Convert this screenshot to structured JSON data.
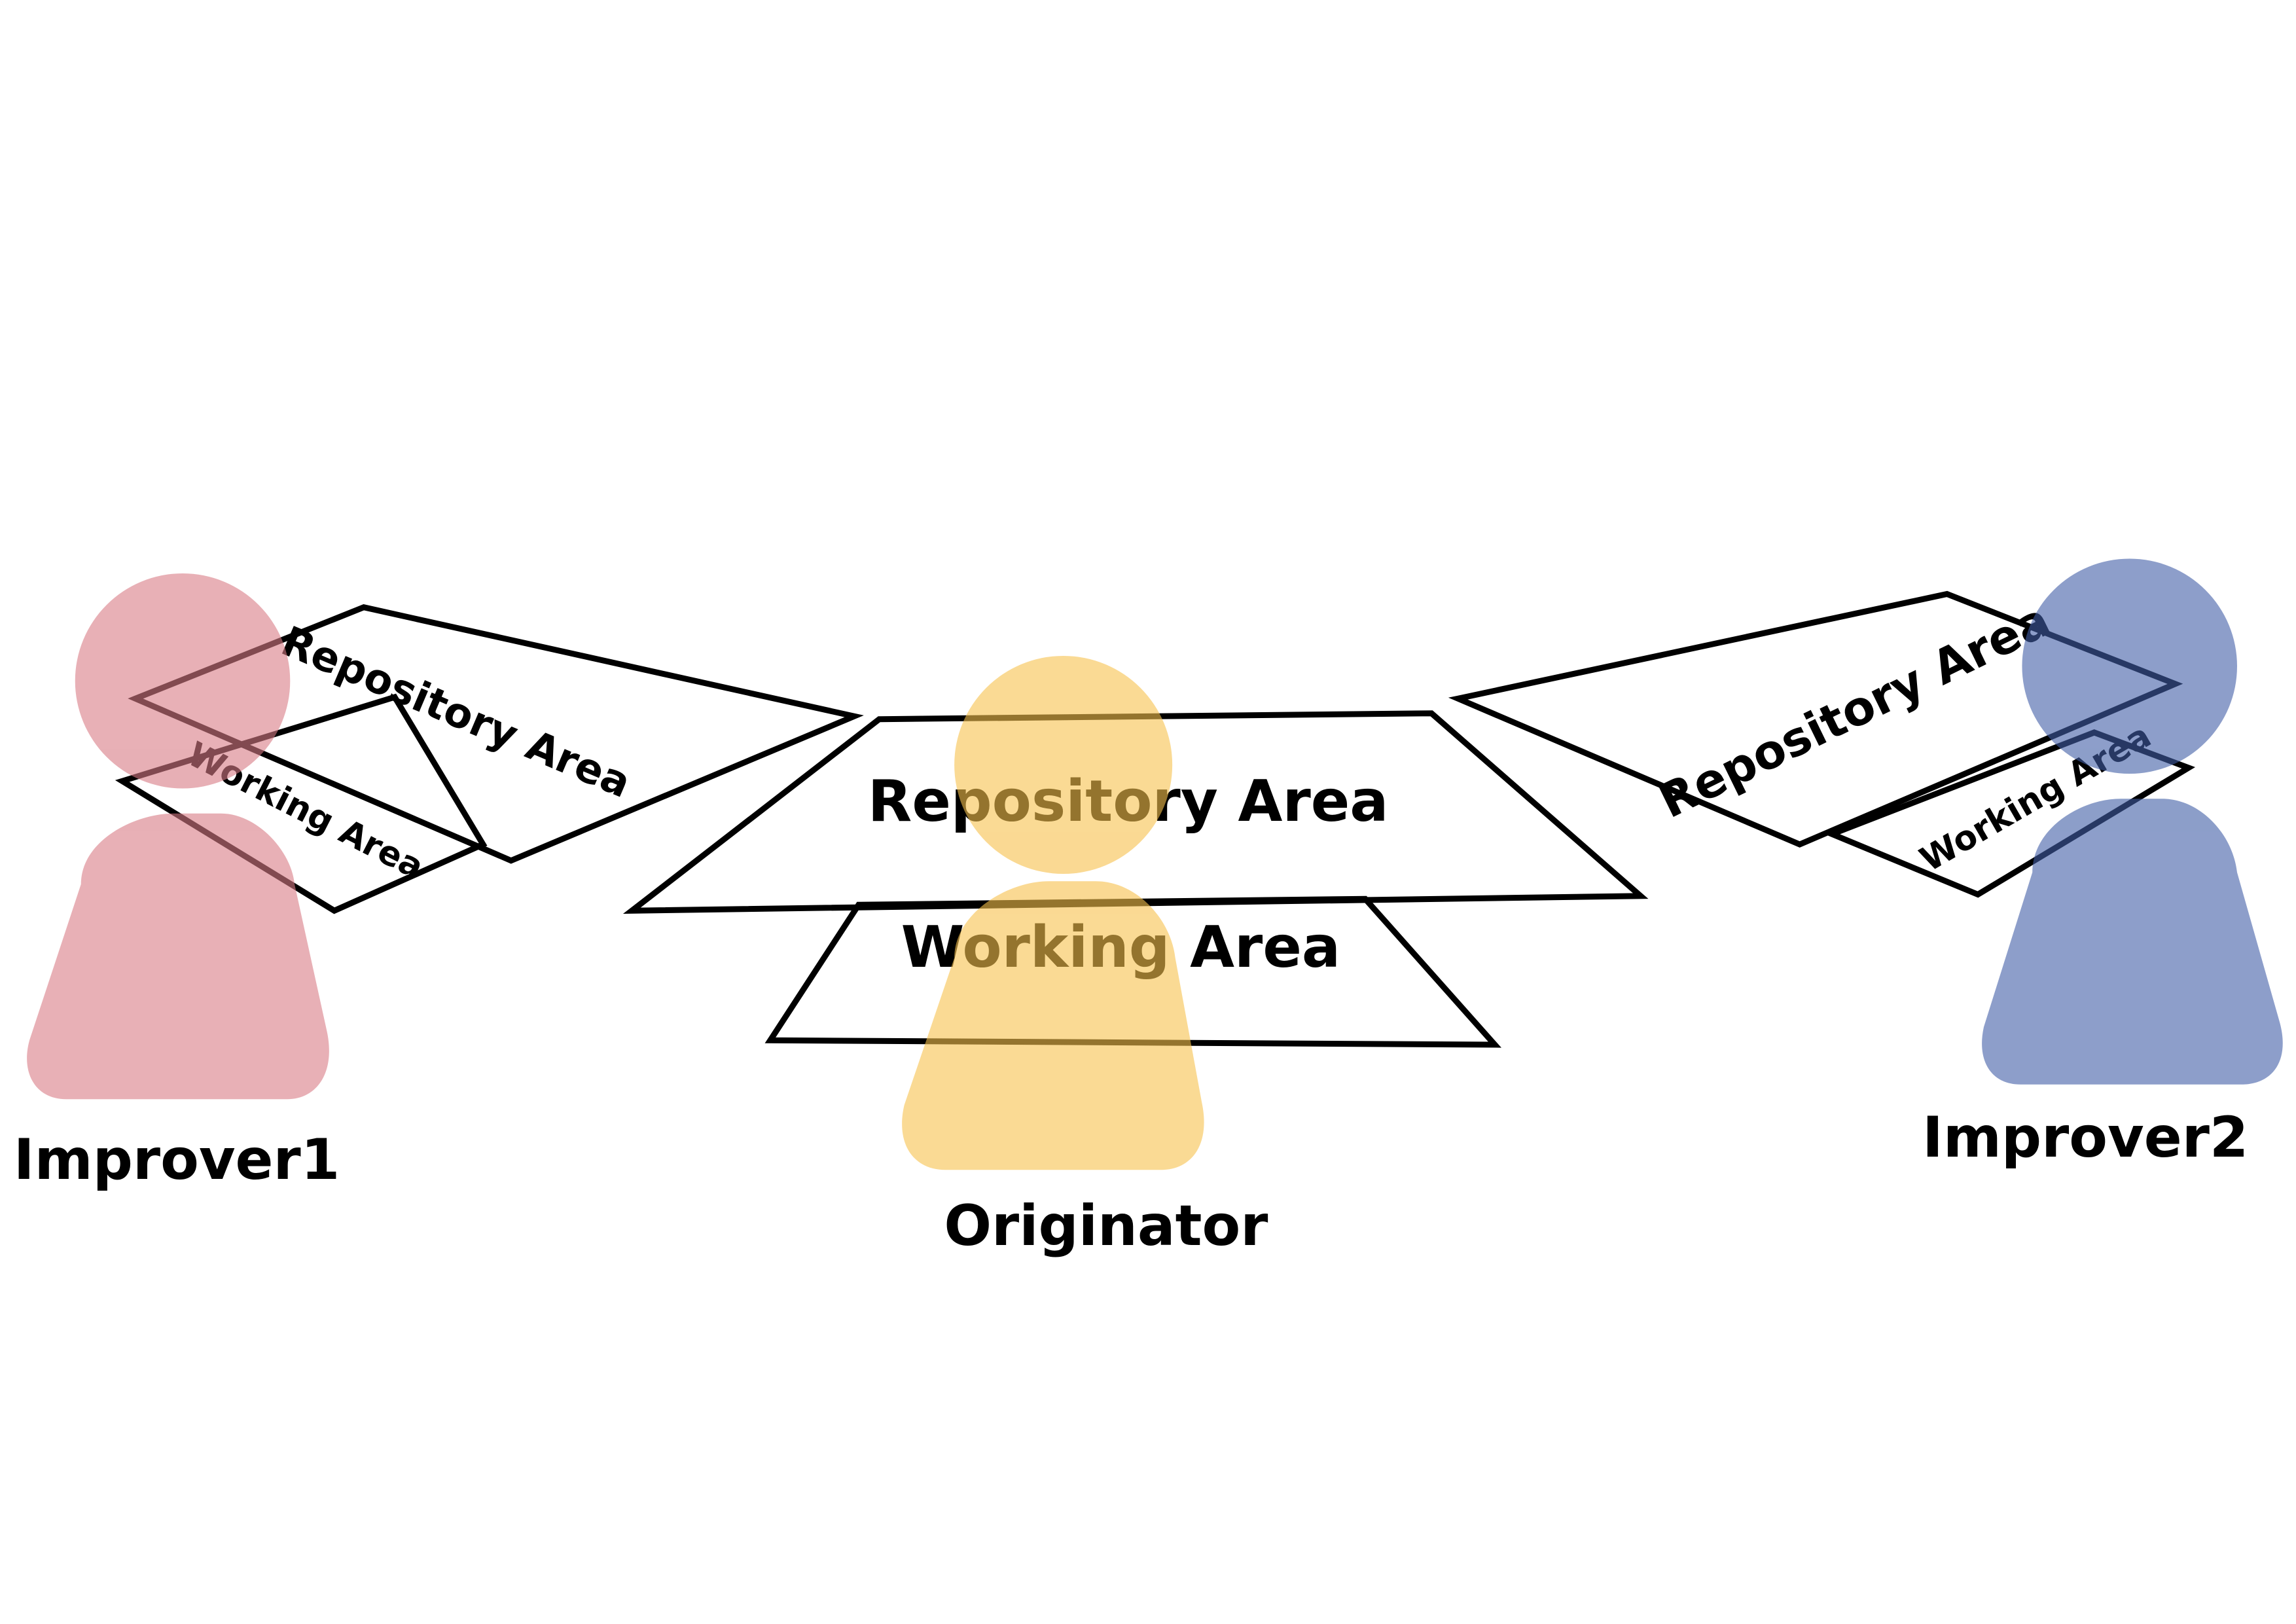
{
  "areas": {
    "repository": "Repository Area",
    "working": "Working Area"
  },
  "people": {
    "improver1": {
      "name": "Improver1",
      "color": "#D87B85"
    },
    "originator": {
      "name": "Originator",
      "color": "#F7C14C"
    },
    "improver2": {
      "name": "Improver2",
      "color": "#415EA6"
    }
  }
}
